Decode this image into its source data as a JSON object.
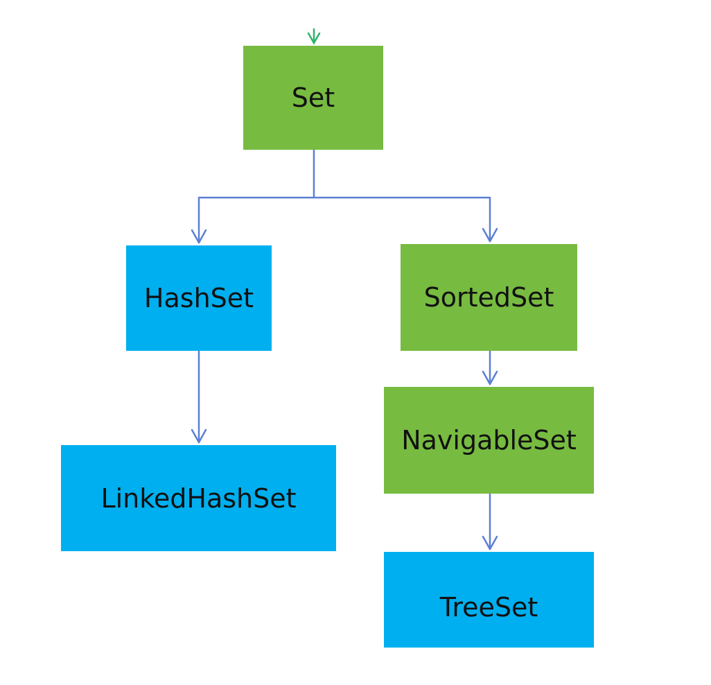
{
  "colors": {
    "green": "#77bb41",
    "blue": "#00afef",
    "connector": "#5b7fd3",
    "entry_arrow": "#2db36b"
  },
  "nodes": {
    "set": "Set",
    "hashset": "HashSet",
    "sortedset": "SortedSet",
    "linkedhashset": "LinkedHashSet",
    "navigableset": "NavigableSet",
    "treeset": "TreeSet"
  },
  "edges": [
    {
      "from": "Set",
      "to": "HashSet"
    },
    {
      "from": "Set",
      "to": "SortedSet"
    },
    {
      "from": "HashSet",
      "to": "LinkedHashSet"
    },
    {
      "from": "SortedSet",
      "to": "NavigableSet"
    },
    {
      "from": "NavigableSet",
      "to": "TreeSet"
    }
  ]
}
